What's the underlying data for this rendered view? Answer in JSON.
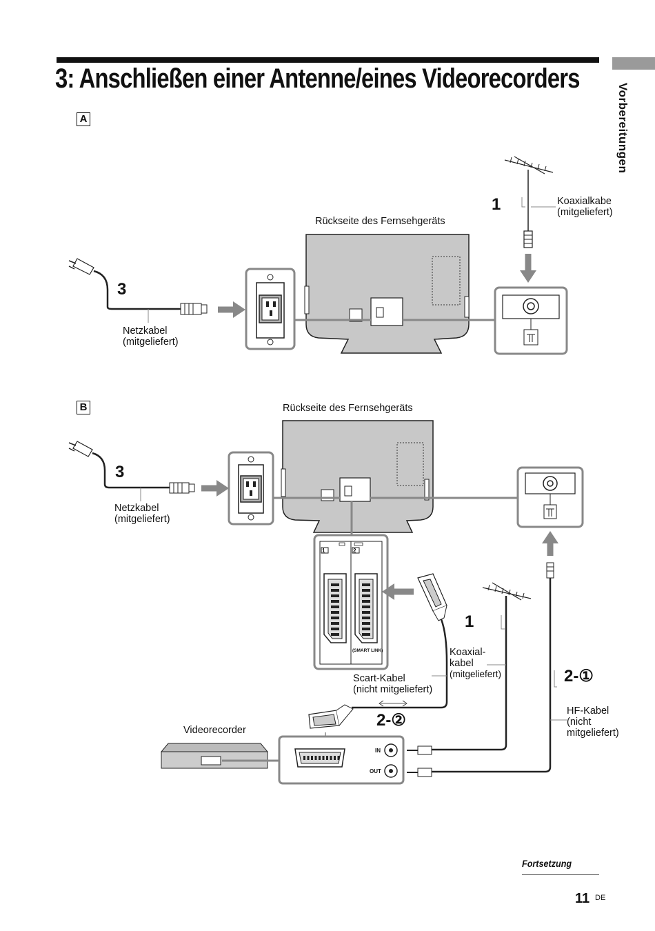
{
  "header": {
    "title": "3: Anschließen einer Antenne/eines Videorecorders",
    "side_tab": "Vorbereitungen"
  },
  "section_a": {
    "label": "A",
    "tv_rear": "Rückseite des Fernsehgeräts",
    "step_antenna": "1",
    "coax_cable": [
      "Koaxialkabe",
      "(mitgeliefert)"
    ],
    "step_power": "3",
    "power_cable": [
      "Netzkabel",
      "(mitgeliefert)"
    ]
  },
  "section_b": {
    "label": "B",
    "tv_rear": "Rückseite des Fernsehgeräts",
    "step_power": "3",
    "power_cable": [
      "Netzkabel",
      "(mitgeliefert)"
    ],
    "scart_numbers": [
      "1",
      "2"
    ],
    "smart_link": "(SMART LINK)",
    "step_antenna": "1",
    "coax_cable": [
      "Koaxial-",
      "kabel",
      "(mitgeliefert)"
    ],
    "scart_cable": [
      "Scart-Kabel",
      "(nicht mitgeliefert)"
    ],
    "step_rf": "2-①",
    "step_scart": "2-②",
    "rf_cable": [
      "HF-Kabel",
      "(nicht",
      "mitgeliefert)"
    ],
    "vcr": "Videorecorder",
    "vcr_in": "IN",
    "vcr_out": "OUT"
  },
  "footer": {
    "continued": "Fortsetzung",
    "page_number": "11",
    "language": "DE"
  }
}
